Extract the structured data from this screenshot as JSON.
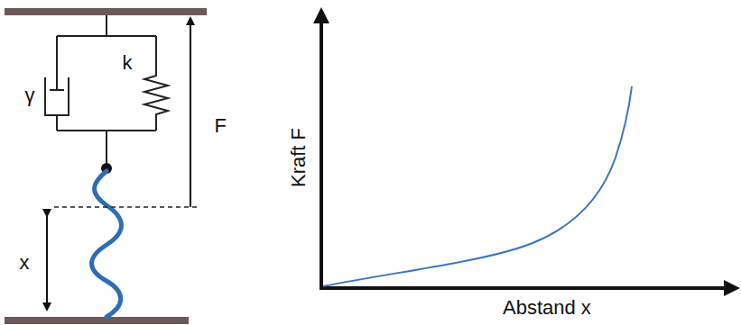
{
  "diagram": {
    "labels": [
      "γ",
      "k",
      "F",
      "x",
      "Kraft F",
      "Abstand x"
    ]
  }
}
